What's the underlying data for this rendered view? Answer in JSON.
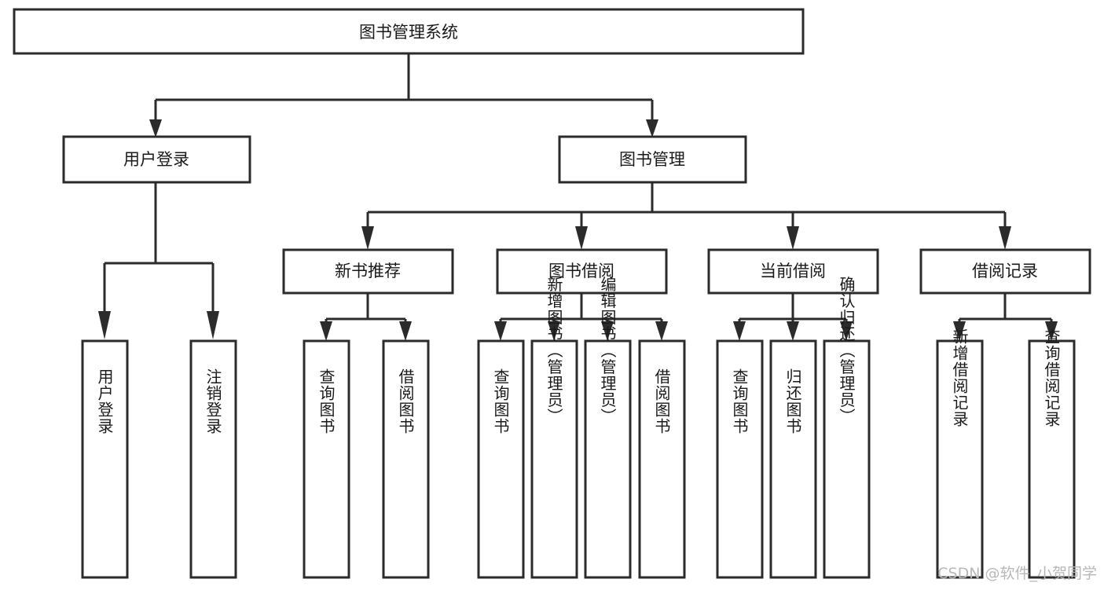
{
  "diagram": {
    "type": "tree",
    "orientation": "top-down",
    "title": "图书管理系统",
    "root": {
      "id": "root",
      "label": "图书管理系统",
      "level": 1,
      "orientation": "horizontal"
    },
    "level2": [
      {
        "id": "user-login",
        "label": "用户登录",
        "level": 2,
        "orientation": "horizontal"
      },
      {
        "id": "book-manage",
        "label": "图书管理",
        "level": 2,
        "orientation": "horizontal"
      }
    ],
    "level3": [
      {
        "id": "new-book-rec",
        "label": "新书推荐",
        "level": 3,
        "orientation": "horizontal",
        "parent": "book-manage"
      },
      {
        "id": "book-borrow",
        "label": "图书借阅",
        "level": 3,
        "orientation": "horizontal",
        "parent": "book-manage"
      },
      {
        "id": "current-borrow",
        "label": "当前借阅",
        "level": 3,
        "orientation": "horizontal",
        "parent": "book-manage"
      },
      {
        "id": "borrow-record",
        "label": "借阅记录",
        "level": 3,
        "orientation": "horizontal",
        "parent": "book-manage"
      }
    ],
    "leaves": [
      {
        "id": "leaf-user-login",
        "label": "用户登录",
        "parent": "user-login",
        "orientation": "vertical"
      },
      {
        "id": "leaf-logout",
        "label": "注销登录",
        "parent": "user-login",
        "orientation": "vertical"
      },
      {
        "id": "leaf-query-book-1",
        "label": "查询图书",
        "parent": "new-book-rec",
        "orientation": "vertical"
      },
      {
        "id": "leaf-borrow-book-1",
        "label": "借阅图书",
        "parent": "new-book-rec",
        "orientation": "vertical"
      },
      {
        "id": "leaf-query-book-2",
        "label": "查询图书",
        "parent": "book-borrow",
        "orientation": "vertical"
      },
      {
        "id": "leaf-add-book",
        "label": "新增图书（管理员）",
        "parent": "book-borrow",
        "orientation": "vertical"
      },
      {
        "id": "leaf-edit-book",
        "label": "编辑图书（管理员）",
        "parent": "book-borrow",
        "orientation": "vertical"
      },
      {
        "id": "leaf-borrow-book-2",
        "label": "借阅图书",
        "parent": "book-borrow",
        "orientation": "vertical"
      },
      {
        "id": "leaf-query-book-3",
        "label": "查询图书",
        "parent": "current-borrow",
        "orientation": "vertical"
      },
      {
        "id": "leaf-return-book",
        "label": "归还图书",
        "parent": "current-borrow",
        "orientation": "vertical"
      },
      {
        "id": "leaf-confirm-return",
        "label": "确认归还（管理员）",
        "parent": "current-borrow",
        "orientation": "vertical"
      },
      {
        "id": "leaf-add-record",
        "label": "新增借阅记录",
        "parent": "borrow-record",
        "orientation": "vertical"
      },
      {
        "id": "leaf-query-record",
        "label": "查询借阅记录",
        "parent": "borrow-record",
        "orientation": "vertical"
      }
    ]
  },
  "watermark": {
    "text": "CSDN @软件_小贺同学"
  },
  "colors": {
    "box_fill": "#ffffff",
    "box_stroke": "#2b2b2b",
    "connector": "#2b2b2b",
    "text": "#1a1a1a",
    "watermark": "#b8b8b8",
    "background": "#ffffff"
  }
}
